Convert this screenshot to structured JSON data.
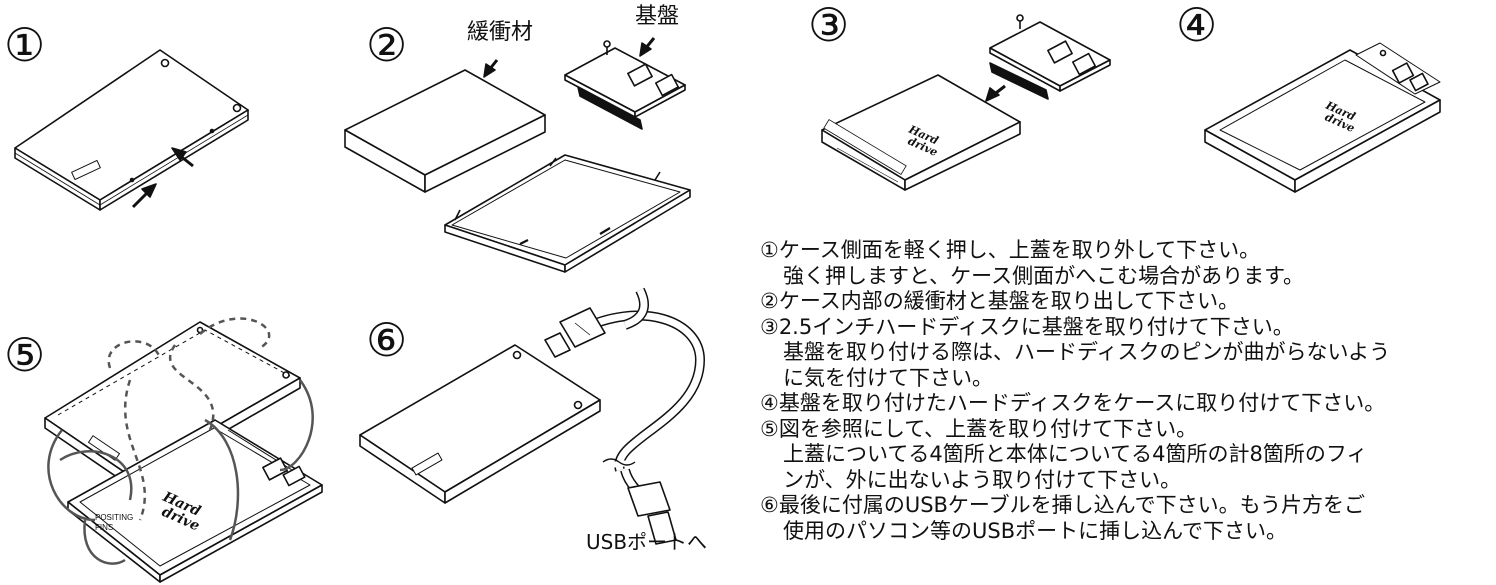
{
  "steps": {
    "s1": {
      "num": "①"
    },
    "s2": {
      "num": "②",
      "label_cushion": "緩衝材",
      "label_board": "基盤"
    },
    "s3": {
      "num": "③",
      "drive_text": "Hard drive"
    },
    "s4": {
      "num": "④",
      "drive_text": "Hard drive"
    },
    "s5": {
      "num": "⑤",
      "drive_text": "Hard drive",
      "fins_text": "POSITING FINS"
    },
    "s6": {
      "num": "⑥",
      "usb_port_label": "USBポートへ"
    }
  },
  "instructions": [
    {
      "lines": [
        "①ケース側面を軽く押し、上蓋を取り外して下さい。",
        "強く押しますと、ケース側面がへこむ場合があります。"
      ]
    },
    {
      "lines": [
        "②ケース内部の緩衝材と基盤を取り出して下さい。"
      ]
    },
    {
      "lines": [
        "③2.5インチハードディスクに基盤を取り付けて下さい。",
        "基盤を取り付ける際は、ハードディスクのピンが曲がらないよう",
        "に気を付けて下さい。"
      ]
    },
    {
      "lines": [
        "④基盤を取り付けたハードディスクをケースに取り付けて下さい。"
      ]
    },
    {
      "lines": [
        "⑤図を参照にして、上蓋を取り付けて下さい。",
        "上蓋についてる4箇所と本体についてる4箇所の計8箇所のフィ",
        "ンが、外に出ないよう取り付けて下さい。"
      ]
    },
    {
      "lines": [
        "⑥最後に付属のUSBケーブルを挿し込んで下さい。もう片方をご",
        "使用のパソコン等のUSBポートに挿し込んで下さい。"
      ]
    }
  ]
}
